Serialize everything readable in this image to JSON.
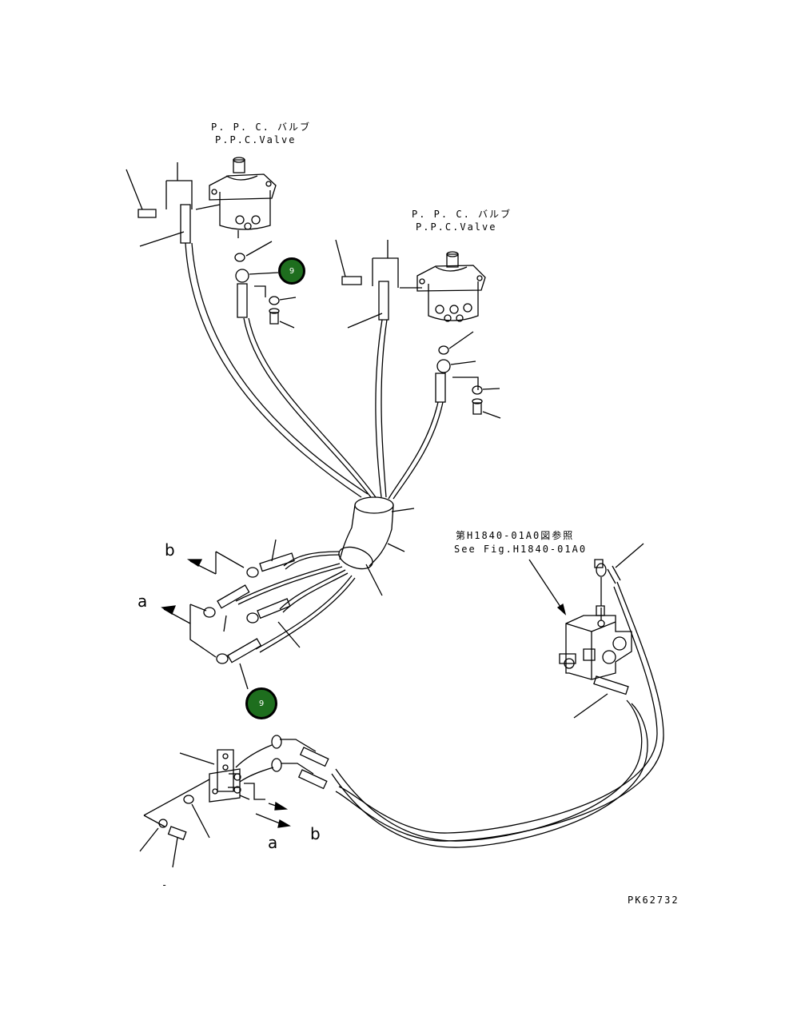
{
  "labels": {
    "ppc_valve_1_jp": "P. P. C. バルブ",
    "ppc_valve_1_en": "P.P.C.Valve",
    "ppc_valve_2_jp": "P. P. C. バルブ",
    "ppc_valve_2_en": "P.P.C.Valve",
    "ref_fig_jp": "第H1840-01A0図参照",
    "ref_fig_en": "See Fig.H1840-01A0",
    "port_b_left": "b",
    "port_a_left": "a",
    "port_a_bottom": "a",
    "port_b_bottom": "b",
    "drawing_number": "PK62732",
    "footnote_mark": "-"
  },
  "callouts": [
    {
      "number": "9"
    },
    {
      "number": "9"
    }
  ],
  "colors": {
    "callout_fill": "#1e6e1e",
    "line": "#000000"
  }
}
